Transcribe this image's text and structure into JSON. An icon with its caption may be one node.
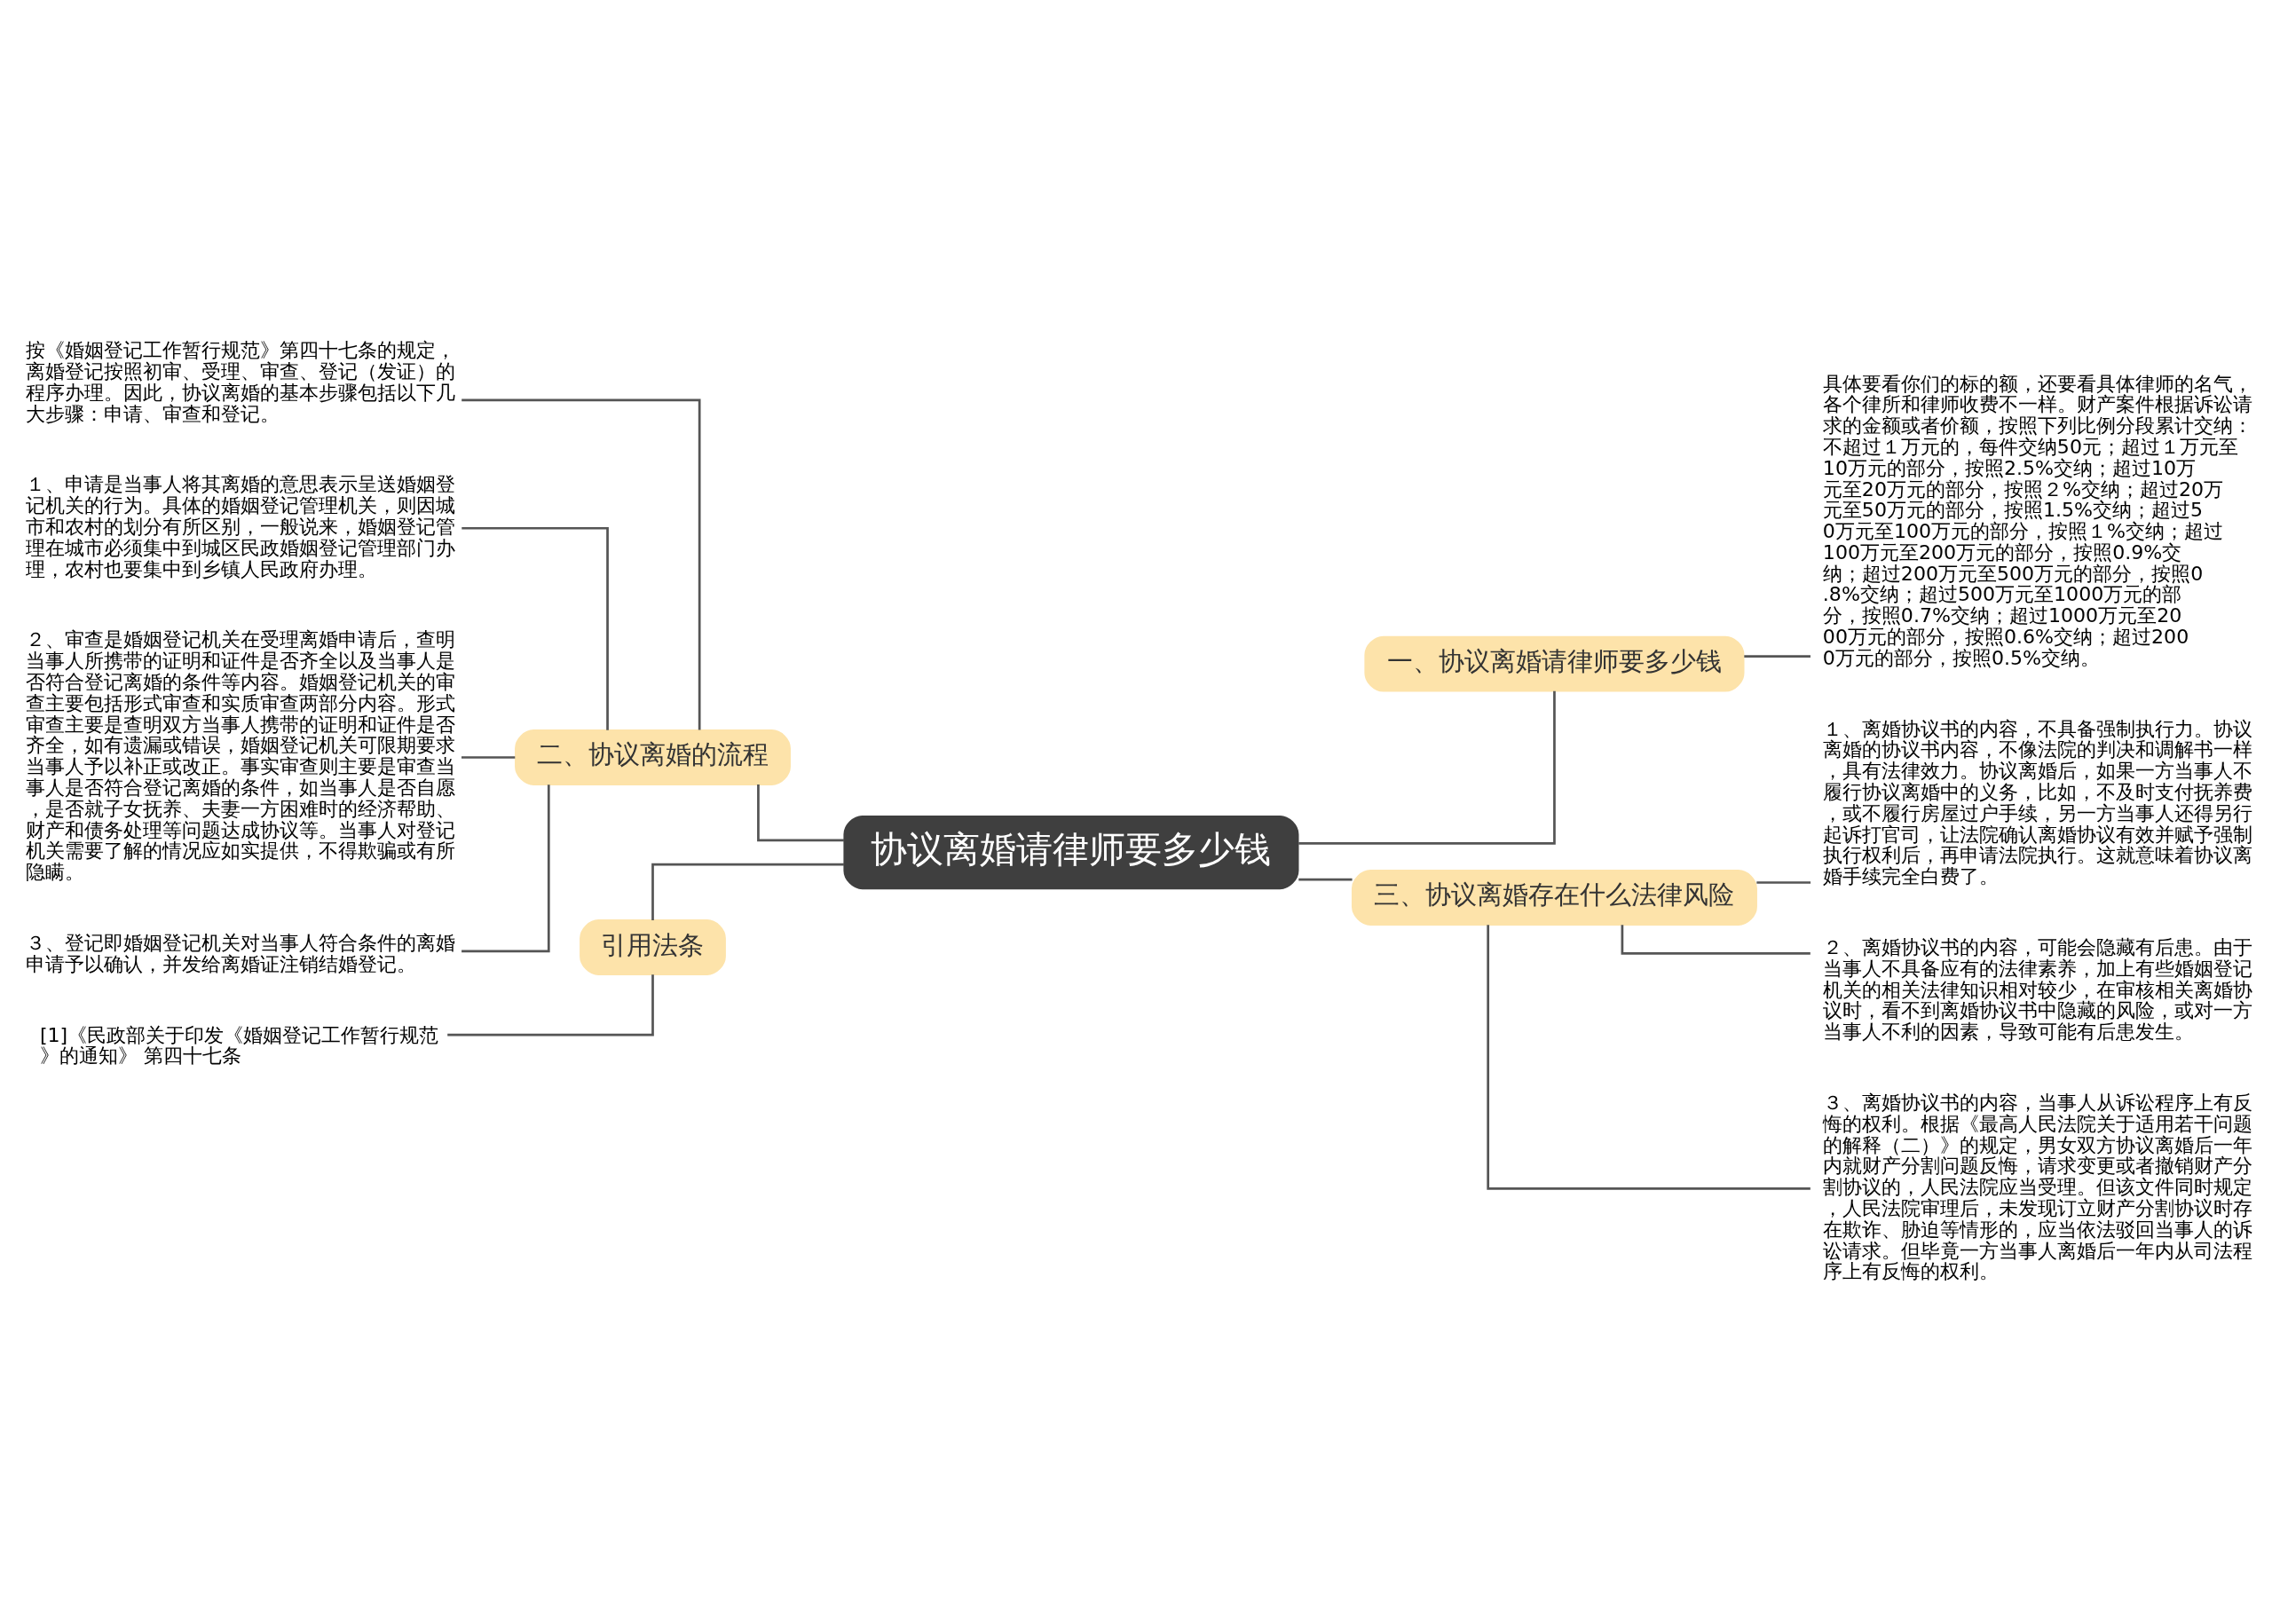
{
  "diagram": {
    "nodes": [
      {
        "text": [
          "协议离婚请律师要多少钱"
        ]
      },
      {
        "text": [
          "二、协议离婚的流程"
        ]
      },
      {
        "text": [
          "按《婚姻登记工作暂行规范》第四十七条的规定，离婚登记按照初审、受理、审查、登记（发证）的程序办理。因此，协议离婚的基本步骤包括以下几大步骤：申请、审查和登记。"
        ]
      },
      {
        "text": [
          "１、申请是当事人将其离婚的意思表示呈送婚姻登记机关的行为。具体的婚姻登记管理机关，则因城市和农村的划分有所区别，一般说来，婚姻登记管理在城市必须集中到城区民政婚姻登记管理部门办理，农村也要集中到乡镇人民政府办理。"
        ]
      },
      {
        "text": [
          "２、审查是婚姻登记机关在受理离婚申请后，查明当事人所携带的证明和证件是否齐全以及当事人是否符合登记离婚的条件等内容。婚姻登记机关的审查主要包括形式审查和实质审查两部分内容。形式审查主要是查明双方当事人携带的证明和证件是否齐全，如有遗漏或错误，婚姻登记机关可限期要求当事人予以补正或改正。事实审查则主要是审查当事人是否符合登记离婚的条件，如当事人是否自愿，是否就子女抚养、夫妻一方困难时的经济帮助、财产和债务处理等问题达成协议等。当事人对登记机关需要了解的情况应如实提供，不得欺骗或有所隐瞒。"
        ]
      },
      {
        "text": [
          "３、登记即婚姻登记机关对当事人符合条件的离婚申请予以确认，并发给离婚证注销结婚登记。"
        ]
      },
      {
        "text": [
          "引用法条"
        ]
      },
      {
        "text": [
          "[1]《民政部关于印发《婚姻登记工作暂行规范》的通知》 第四十七条"
        ]
      },
      {
        "text": [
          "一、协议离婚请律师要多少钱"
        ]
      },
      {
        "text": [
          "具体要看你们的标的额，还要看具体律师的名气，各个律所和律师收费不一样。财产案件根据诉讼请求的金额或者价额，按照下列比例分段累计交纳：不超过１万元的，每件交纳50元；超过１万元至10万元的部分，按照2.5%交纳；超过10万元至20万元的部分，按照２%交纳；超过20万元至50万元的部分，按照1.5%交纳；超过50万元至100万元的部分，按照１%交纳；超过100万元至200万元的部分，按照0.9%交纳；超过200万元至500万元的部分，按照0.8%交纳；超过500万元至1000万元的部分，按照0.7%交纳；超过1000万元至2000万元的部分，按照0.6%交纳；超过2000万元的部分，按照0.5%交纳。"
        ]
      },
      {
        "text": [
          "三、协议离婚存在什么法律风险"
        ]
      },
      {
        "text": [
          "１、离婚协议书的内容，不具备强制执行力。协议离婚的协议书内容，不像法院的判决和调解书一样，具有法律效力。协议离婚后，如果一方当事人不履行协议离婚中的义务，比如，不及时支付抚养费，或不履行房屋过户手续，另一方当事人还得另行起诉打官司，让法院确认离婚协议有效并赋予强制执行权利后，再申请法院执行。这就意味着协议离婚手续完全白费了。"
        ]
      },
      {
        "text": [
          "２、离婚协议书的内容，可能会隐藏有后患。由于当事人不具备应有的法律素养，加上有些婚姻登记机关的相关法律知识相对较少，在审核相关离婚协议时，看不到离婚协议书中隐藏的风险，或对一方当事人不利的因素，导致可能有后患发生。"
        ]
      },
      {
        "text": [
          "３、离婚协议书的内容，当事人从诉讼程序上有反悔的权利。根据《最高人民法院关于适用若干问题的解释（二）》的规定，男女双方协议离婚后一年内就财产分割问题反悔，请求变更或者撤销财产分割协议的，人民法院应当受理。但该文件同时规定，人民法院审理后，未发现订立财产分割协议时存在欺诈、胁迫等情形的，应当依法驳回当事人的诉讼请求。但毕竟一方当事人离婚后一年内从司法程序上有反悔的权利。"
        ]
      }
    ],
    "edges": [
      {
        "from": 0,
        "to": 1,
        "arrow": "none"
      },
      {
        "from": 1,
        "to": 2,
        "arrow": "none"
      },
      {
        "from": 1,
        "to": 3,
        "arrow": "none"
      },
      {
        "from": 1,
        "to": 4,
        "arrow": "none"
      },
      {
        "from": 1,
        "to": 5,
        "arrow": "none"
      },
      {
        "from": 0,
        "to": 6,
        "arrow": "none"
      },
      {
        "from": 6,
        "to": 7,
        "arrow": "none"
      },
      {
        "from": 0,
        "to": 8,
        "arrow": "none"
      },
      {
        "from": 8,
        "to": 9,
        "arrow": "none"
      },
      {
        "from": 0,
        "to": 10,
        "arrow": "none"
      },
      {
        "from": 10,
        "to": 11,
        "arrow": "none"
      },
      {
        "from": 10,
        "to": 12,
        "arrow": "none"
      },
      {
        "from": 10,
        "to": 13,
        "arrow": "none"
      }
    ]
  }
}
